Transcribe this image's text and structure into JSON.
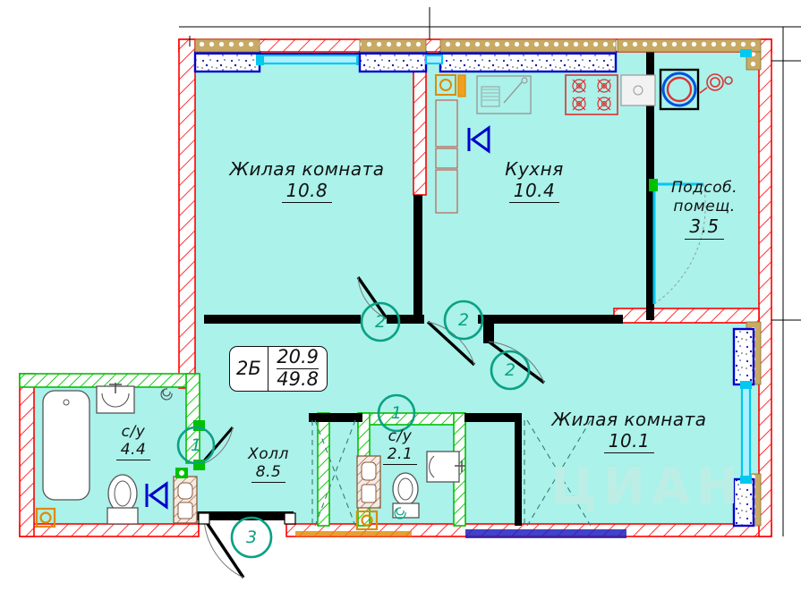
{
  "document": {
    "type": "architectural-floor-plan",
    "watermark": "ЦИАН"
  },
  "apartment_stamp": {
    "type_label": "2Б",
    "living_area": "20.9",
    "total_area": "49.8"
  },
  "rooms": [
    {
      "id": "living-room-left",
      "name": "Жилая комната",
      "area": "10.8"
    },
    {
      "id": "kitchen",
      "name": "Кухня",
      "area": "10.4"
    },
    {
      "id": "utility",
      "name_line1": "Подсоб.",
      "name_line2": "помещ.",
      "area": "3.5"
    },
    {
      "id": "bathroom-main",
      "name": "с/у",
      "area": "4.4"
    },
    {
      "id": "hall",
      "name": "Холл",
      "area": "8.5"
    },
    {
      "id": "bathroom-second",
      "name": "с/у",
      "area": "2.1"
    },
    {
      "id": "living-room-right",
      "name": "Жилая комната",
      "area": "10.1"
    }
  ],
  "door_markers": [
    {
      "id": "marker-bath-main",
      "number": "1"
    },
    {
      "id": "marker-bath-second",
      "number": "1"
    },
    {
      "id": "marker-living-left",
      "number": "2"
    },
    {
      "id": "marker-kitchen",
      "number": "2"
    },
    {
      "id": "marker-living-right",
      "number": "2"
    },
    {
      "id": "marker-entrance",
      "number": "3"
    }
  ],
  "colors": {
    "floor_fill": "#aaf2ea",
    "structural_wall": "#ff0000",
    "partition_wall": "#000000",
    "green_wall": "#00c000",
    "window_glass": "#00c8f0",
    "insulation": "#c8aa64",
    "concrete_pier": "#0000cc",
    "marker_teal": "#0aa184",
    "fixture_gray": "#9a9a9a",
    "stove_red": "#e03030",
    "riser_orange": "#e08a00",
    "duct_brown": "#8a5a3a",
    "watermark": "#bdeee6"
  }
}
